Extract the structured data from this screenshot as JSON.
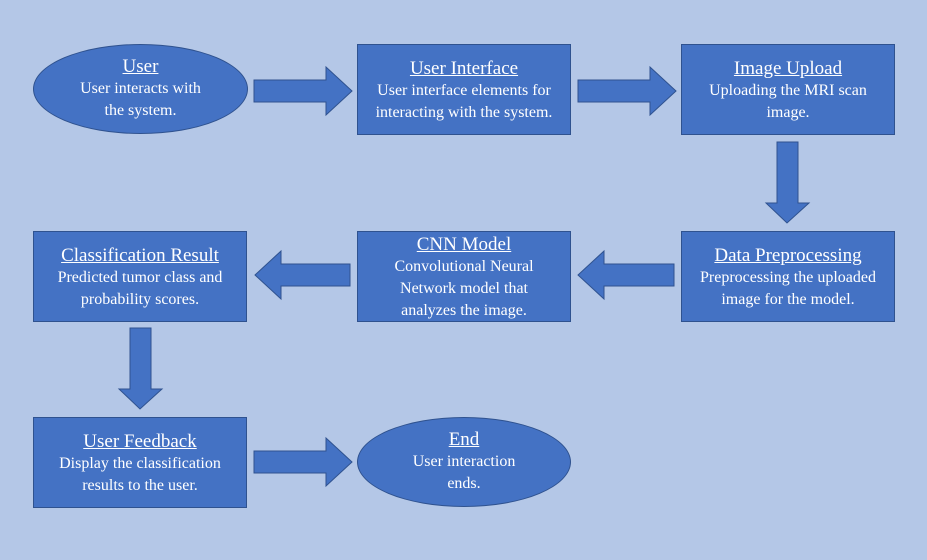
{
  "nodes": {
    "user": {
      "title": "User",
      "desc1": "User interacts with",
      "desc2": "the system."
    },
    "ui": {
      "title": "User Interface",
      "desc1": "User interface elements for",
      "desc2": "interacting with the system."
    },
    "upload": {
      "title": "Image Upload",
      "desc1": "Uploading the MRI scan",
      "desc2": "image."
    },
    "preprocess": {
      "title": "Data Preprocessing",
      "desc1": "Preprocessing the uploaded",
      "desc2": "image for the model."
    },
    "cnn": {
      "title": "CNN Model",
      "desc1": "Convolutional Neural",
      "desc2": "Network model that",
      "desc3": "analyzes the image."
    },
    "result": {
      "title": "Classification Result",
      "desc1": "Predicted tumor class and",
      "desc2": "probability scores."
    },
    "feedback": {
      "title": "User Feedback",
      "desc1": "Display the classification",
      "desc2": "results to the user."
    },
    "end": {
      "title": "End",
      "desc1": "User interaction",
      "desc2": "ends."
    }
  },
  "colors": {
    "background": "#b4c7e7",
    "fill": "#4472c4",
    "border": "#2f528f",
    "text": "#ffffff"
  }
}
